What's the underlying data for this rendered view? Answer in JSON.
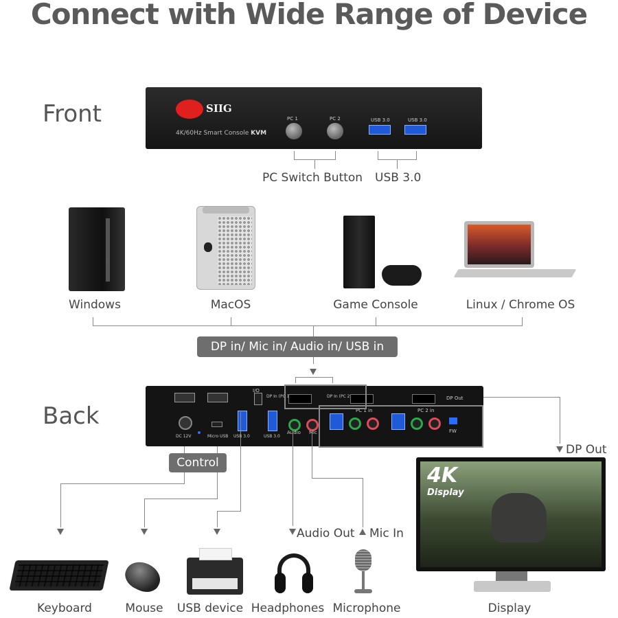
{
  "title": "Connect with Wide Range of Device",
  "front": {
    "section_label": "Front",
    "brand": "SIIG",
    "model_prefix": "4K/60Hz Smart Console ",
    "model_suffix": "KVM",
    "port_labels": [
      "PC 1",
      "PC 2",
      "USB 3.0",
      "USB 3.0"
    ],
    "pc_switch_label": "PC Switch Button",
    "usb_label": "USB 3.0"
  },
  "computers": [
    "Windows",
    "MacOS",
    "Game Console",
    "Linux / Chrome OS"
  ],
  "input_label": "DP in/ Mic in/ Audio in/ USB in",
  "back": {
    "section_label": "Back",
    "dc_label": "DC 12V",
    "micro_usb_label": "Micro USB",
    "usb30_labels": [
      "USB 3.0",
      "USB 3.0"
    ],
    "dp_in_pc2_label": "DP In (PC 2)",
    "dp_out_panel_label": "DP Out",
    "pc1_in_label": "PC 1 in",
    "pc2_in_label": "PC 2 in",
    "audio_label": "Audio",
    "mic_label": "Mic",
    "fw_label": "FW",
    "switch_label": "I/O",
    "dp_in_small": "DP In (PC 1)"
  },
  "control_label": "Control",
  "dp_out_label": "DP Out",
  "audio_out_label": "Audio Out",
  "mic_in_label": "Mic In",
  "display_badge_big": "4K",
  "display_badge_small": "Display",
  "peripherals": [
    "Keyboard",
    "Mouse",
    "USB device",
    "Headphones",
    "Microphone",
    "Display"
  ],
  "colors": {
    "title": "#5a5a5a",
    "pill": "#6e6e6e",
    "line": "#888888",
    "usb_blue": "#1f5bd8",
    "brand_red": "#e0201c"
  }
}
